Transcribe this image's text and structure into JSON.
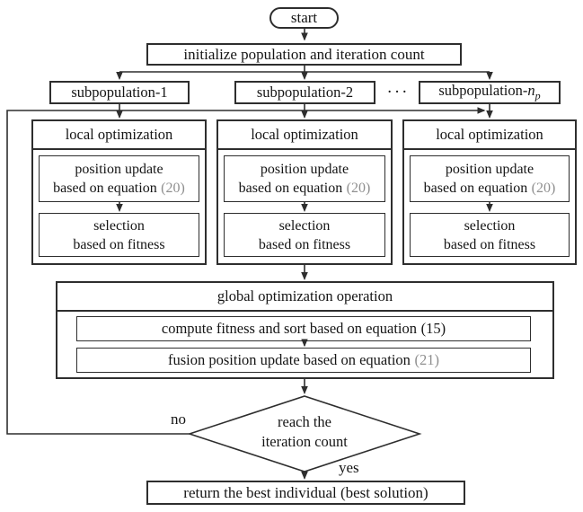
{
  "colors": {
    "line": "#2e2e2e",
    "text": "#151515",
    "equation_ref_grey": "#8f8f8f",
    "background": "#ffffff"
  },
  "flow": {
    "start_label": "start",
    "initialize_label": "initialize population and iteration count",
    "return_label": "return the best individual (best solution)"
  },
  "subpopulations": {
    "box1": "subpopulation-1",
    "box2": "subpopulation-2",
    "dots": "···",
    "box3_prefix": "subpopulation-",
    "box3_var": "n",
    "box3_sub": "p"
  },
  "local_optimization": {
    "title": "local optimization",
    "position_update_line1": "position update",
    "position_update_line2": "based on equation",
    "position_update_eq": "(20)",
    "selection_line1": "selection",
    "selection_line2": "based on fitness"
  },
  "global_optimization": {
    "title": "global optimization operation",
    "compute_text": "compute fitness and sort based on equation",
    "compute_eq": "(15)",
    "fusion_text": "fusion position update based on equation",
    "fusion_eq": "(21)"
  },
  "decision": {
    "line1": "reach the",
    "line2": "iteration count",
    "no_label": "no",
    "yes_label": "yes"
  }
}
